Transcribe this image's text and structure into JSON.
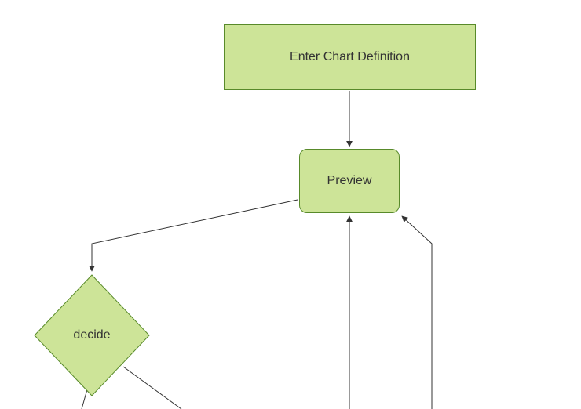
{
  "diagram": {
    "type": "flowchart",
    "direction": "top-down",
    "background": "#ffffff",
    "colors": {
      "node_fill": "#cde498",
      "node_border": "#588a2a",
      "edge": "#333333",
      "text": "#333333"
    },
    "nodes": [
      {
        "id": "enter-chart-definition",
        "label": "Enter Chart Definition",
        "shape": "rectangle"
      },
      {
        "id": "preview",
        "label": "Preview",
        "shape": "rounded-rectangle"
      },
      {
        "id": "decide",
        "label": "decide",
        "shape": "diamond"
      }
    ],
    "edges": [
      {
        "from": "enter-chart-definition",
        "to": "preview",
        "arrow": true
      },
      {
        "from": "preview",
        "to": "decide",
        "arrow": true
      },
      {
        "from": "offscreen-bottom-1",
        "to": "preview",
        "arrow": true
      },
      {
        "from": "offscreen-bottom-2",
        "to": "preview",
        "arrow": true
      },
      {
        "from": "decide",
        "to": "offscreen-bottom-left",
        "arrow": false
      },
      {
        "from": "decide",
        "to": "offscreen-bottom-right",
        "arrow": false
      }
    ]
  }
}
